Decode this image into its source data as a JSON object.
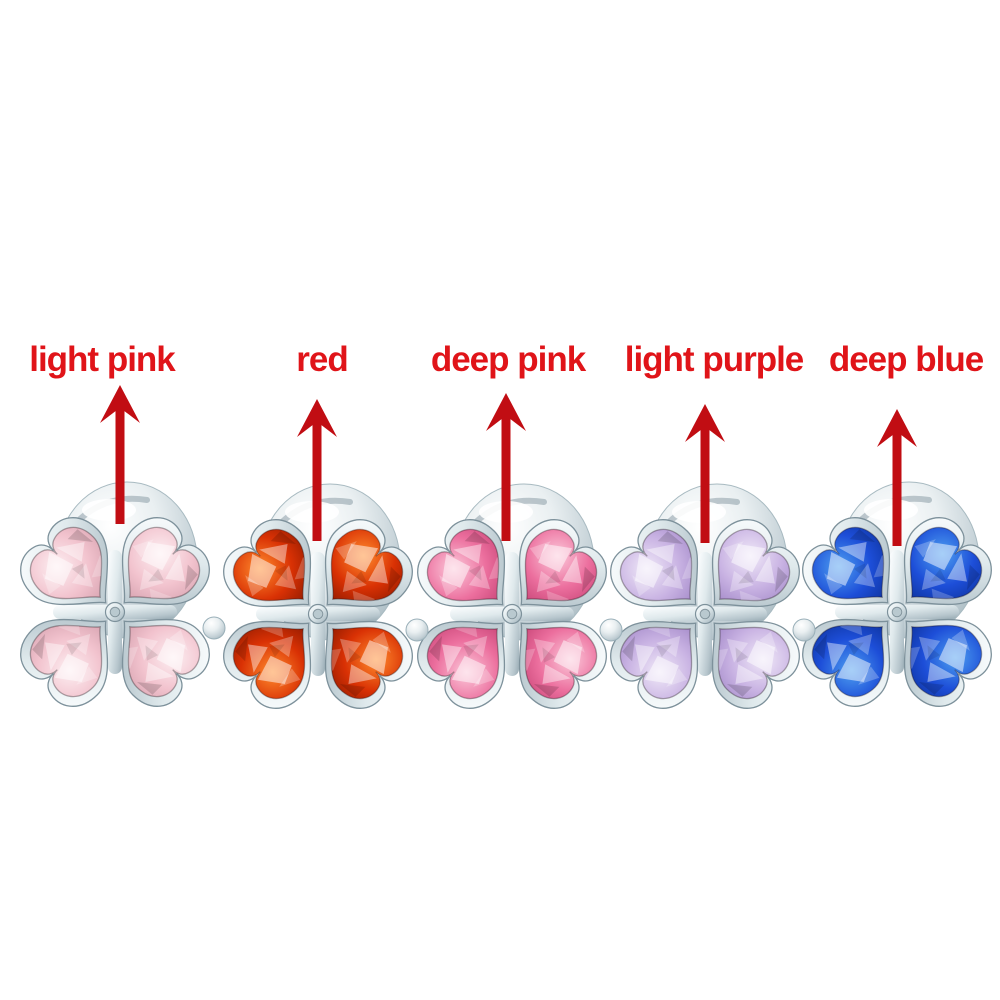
{
  "image": {
    "kind": "annotated product photo",
    "background": "#ffffff"
  },
  "annotation": {
    "text_color": "#e01419",
    "arrow_color": "#c10d13"
  },
  "products": [
    {
      "label": "light pink",
      "gem": {
        "light": "#fdeff2",
        "base": "#f2c3ce",
        "dark": "#cf9aa8"
      }
    },
    {
      "label": "red",
      "gem": {
        "light": "#ff8c2e",
        "base": "#d93104",
        "dark": "#7e1500"
      }
    },
    {
      "label": "deep pink",
      "gem": {
        "light": "#fbc9da",
        "base": "#ec6f9e",
        "dark": "#bf3b6e"
      }
    },
    {
      "label": "light purple",
      "gem": {
        "light": "#f0e9f8",
        "base": "#c9b3e3",
        "dark": "#9a7fc2"
      }
    },
    {
      "label": "deep blue",
      "gem": {
        "light": "#4e9ff0",
        "base": "#1d4ed8",
        "dark": "#0a2c8f"
      }
    }
  ],
  "metal": {
    "highlight": "#ffffff",
    "light": "#eef4f6",
    "mid": "#c3d2d8",
    "dark": "#8fa3ad",
    "edge": "#7d919b"
  }
}
